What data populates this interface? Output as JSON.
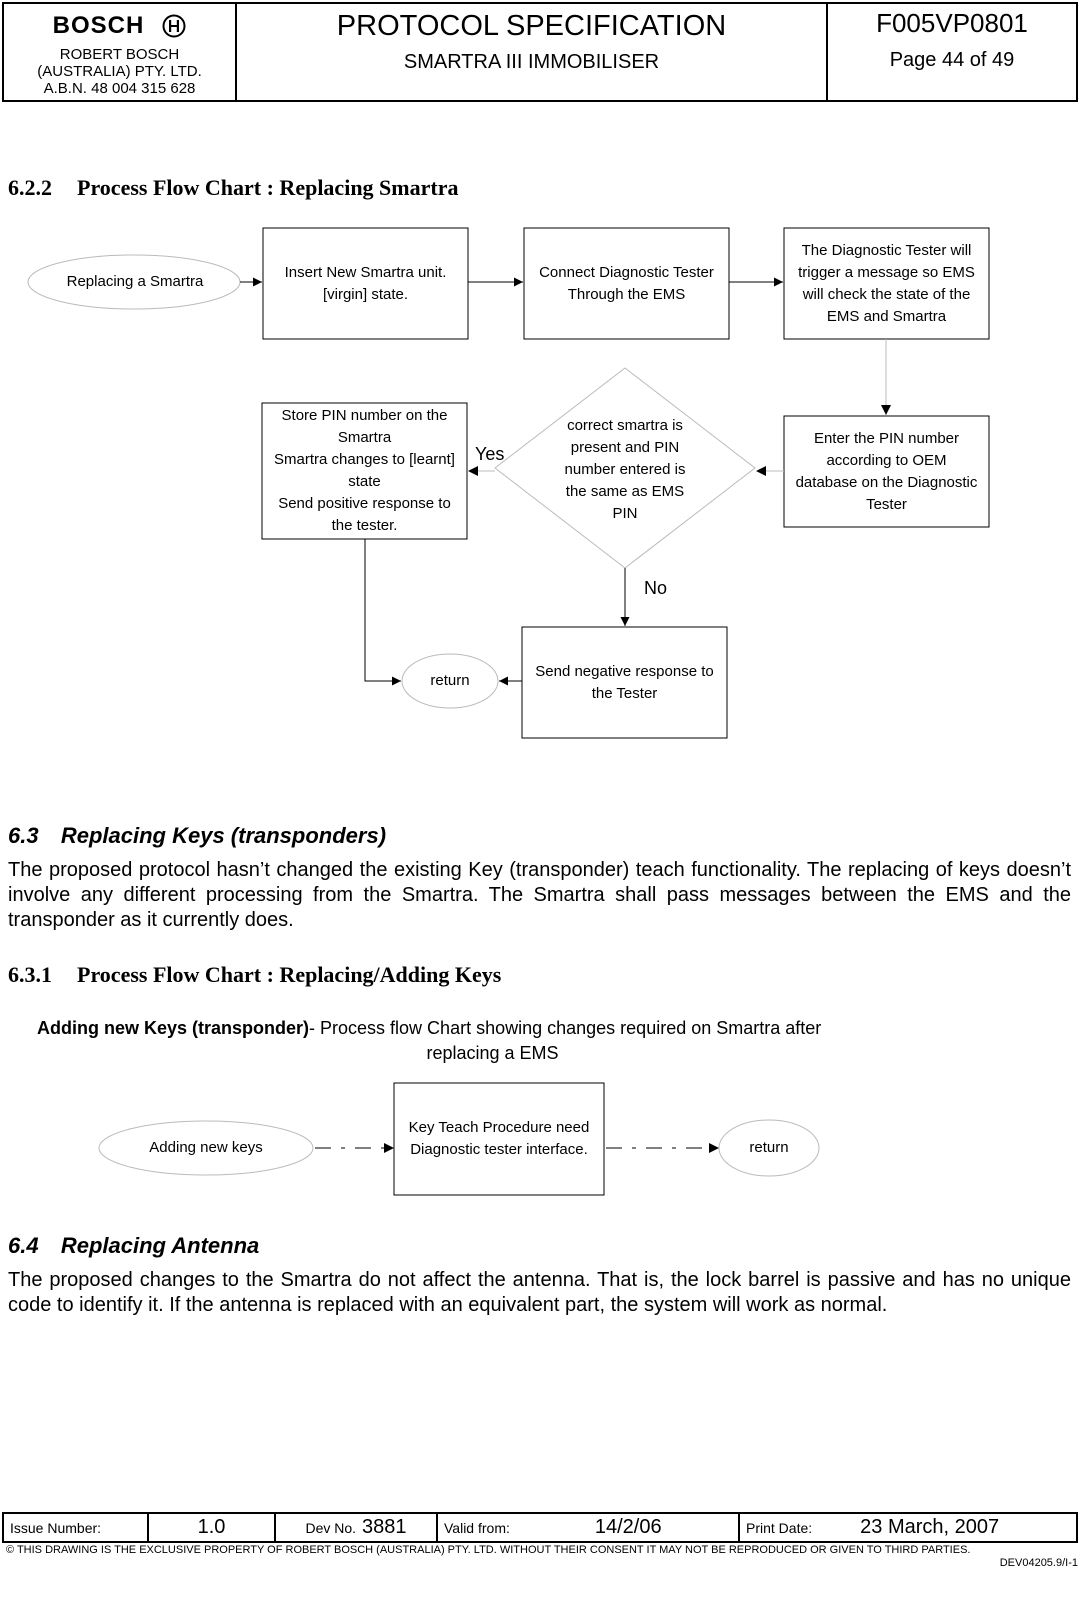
{
  "header": {
    "logo_text": "BOSCH",
    "company_line1": "ROBERT BOSCH",
    "company_line2": "(AUSTRALIA) PTY. LTD.",
    "company_line3": "A.B.N. 48 004 315 628",
    "title": "PROTOCOL SPECIFICATION",
    "subtitle": "SMARTRA III IMMOBILISER",
    "doc_number": "F005VP0801",
    "page": "Page 44 of 49"
  },
  "section_622": {
    "number": "6.2.2",
    "title": "Process Flow Chart : Replacing Smartra"
  },
  "flow1": {
    "start": "Replacing a Smartra",
    "step1_line1": "Insert New Smartra unit.",
    "step1_line2": "[virgin] state.",
    "step2_line1": "Connect Diagnostic Tester",
    "step2_line2": "Through the EMS",
    "step3_line1": "The Diagnostic Tester will",
    "step3_line2": "trigger a message so EMS",
    "step3_line3": "will check the state of the",
    "step3_line4": "EMS and Smartra",
    "step4_line1": "Enter the PIN number",
    "step4_line2": "according to OEM",
    "step4_line3": "database on the Diagnostic",
    "step4_line4": "Tester",
    "decision_line1": "correct smartra is",
    "decision_line2": "present and PIN",
    "decision_line3": "number entered is",
    "decision_line4": "the same as EMS",
    "decision_line5": "PIN",
    "yes_label": "Yes",
    "no_label": "No",
    "store_line1": "Store PIN number on the",
    "store_line2": "Smartra",
    "store_line3": "Smartra changes to [learnt]",
    "store_line4": "state",
    "store_line5": "Send positive response to",
    "store_line6": "the tester.",
    "neg_line1": "Send negative response to",
    "neg_line2": "the Tester",
    "return": "return"
  },
  "section_63": {
    "number": "6.3",
    "title": "Replacing Keys (transponders)",
    "body": "The proposed protocol hasn’t changed the existing Key (transponder) teach functionality.   The replacing of keys doesn’t involve any different processing from the Smartra.  The Smartra shall pass messages between the EMS and the transponder as it currently does."
  },
  "section_631": {
    "number": "6.3.1",
    "title": "Process Flow Chart : Replacing/Adding Keys"
  },
  "flow2": {
    "caption_bold": "Adding new Keys (transponder)",
    "caption_rest": "- Process flow Chart showing changes required on Smartra after",
    "caption_line2": "replacing a EMS",
    "start": "Adding new keys",
    "step_line1": "Key Teach Procedure need",
    "step_line2": "Diagnostic tester interface.",
    "end": "return"
  },
  "section_64": {
    "number": "6.4",
    "title": "Replacing Antenna",
    "body": "The proposed changes to the Smartra do not affect the antenna. That is, the lock barrel is passive and has no unique code to identify it. If the antenna is replaced with an equivalent part, the system will work as normal."
  },
  "footer": {
    "issue_label": "Issue Number:",
    "issue_value": "1.0",
    "dev_label": "Dev No.",
    "dev_value": "3881",
    "valid_label": "Valid from:",
    "valid_value": "14/2/06",
    "print_label": "Print Date:",
    "print_value": "23 March, 2007",
    "copyright": "© THIS DRAWING IS THE EXCLUSIVE PROPERTY OF ROBERT  BOSCH (AUSTRALIA)  PTY. LTD.  WITHOUT THEIR CONSENT IT MAY NOT BE REPRODUCED OR GIVEN TO THIRD PARTIES.",
    "form_code": "DEV04205.9/I-1"
  }
}
